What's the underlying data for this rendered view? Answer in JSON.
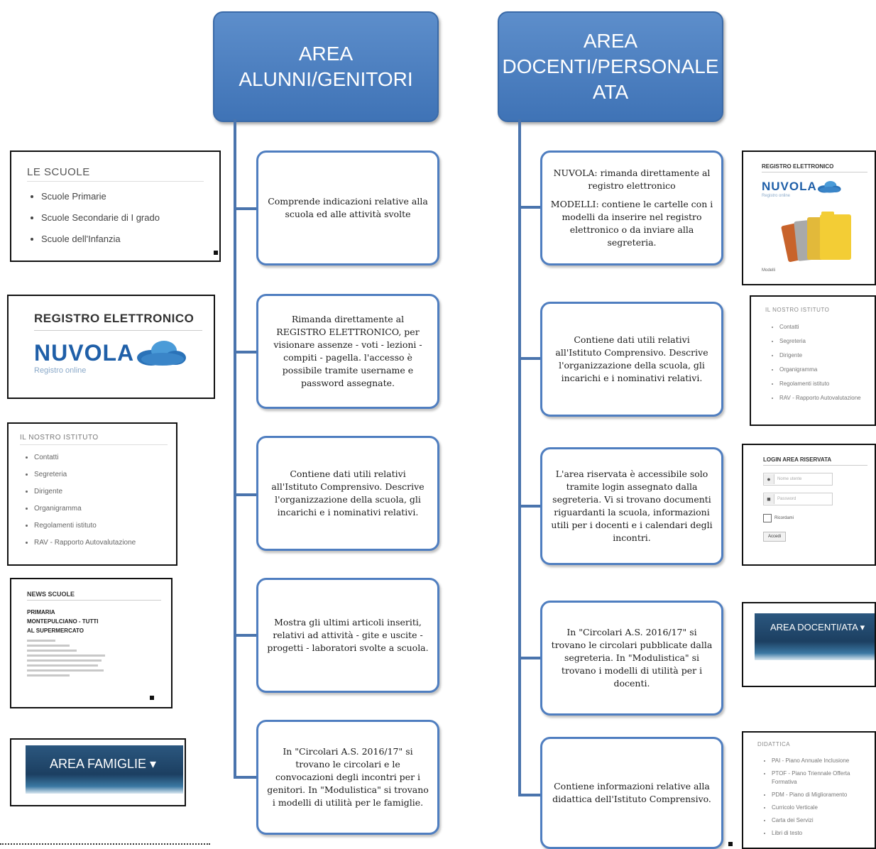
{
  "headers": {
    "left": [
      "AREA",
      "ALUNNI/GENITORI"
    ],
    "right": [
      "AREA",
      "DOCENTI/PERSONALE",
      "ATA"
    ]
  },
  "left_nodes": [
    "Comprende indicazioni relative alla scuola ed alle attività svolte",
    "Rimanda direttamente al REGISTRO ELETTRONICO, per visionare assenze - voti - lezioni - compiti - pagella. l'accesso è possibile tramite username e password assegnate.",
    "Contiene dati utili relativi all'Istituto Comprensivo. Descrive l'organizzazione della scuola, gli incarichi e i nominativi relativi.",
    "Mostra gli ultimi articoli inseriti, relativi ad attività - gite e uscite - progetti - laboratori svolte a scuola.",
    "In \"Circolari A.S. 2016/17\" si trovano le circolari e le convocazioni degli incontri per i genitori. In \"Modulistica\" si trovano i modelli di utilità per le famiglie."
  ],
  "right_nodes": {
    "n1_p1": "NUVOLA: rimanda direttamente al registro elettronico",
    "n1_p2": "MODELLI: contiene le cartelle con i modelli da inserire nel registro elettronico o da inviare alla segreteria.",
    "n2": "Contiene dati utili relativi all'Istituto Comprensivo. Descrive l'organizzazione della scuola, gli incarichi e i nominativi relativi.",
    "n3": "L'area riservata è accessibile solo tramite login assegnato dalla segreteria. Vi si trovano documenti riguardanti la scuola, informazioni utili per i docenti e i calendari degli incontri.",
    "n4": "In \"Circolari A.S. 2016/17\" si trovano le circolari pubblicate dalla segreteria. In \"Modulistica\" si trovano i modelli di utilità per i docenti.",
    "n5": "Contiene informazioni relative alla didattica dell'Istituto Comprensivo."
  },
  "thumbs_left": {
    "scuole": {
      "title": "LE SCUOLE",
      "items": [
        "Scuole Primarie",
        "Scuole Secondarie di I grado",
        "Scuole dell'Infanzia"
      ]
    },
    "registro": {
      "title": "REGISTRO ELETTRONICO",
      "brand": "NUVOLA",
      "sub": "Registro online"
    },
    "istituto": {
      "title": "IL NOSTRO ISTITUTO",
      "items": [
        "Contatti",
        "Segreteria",
        "Dirigente",
        "Organigramma",
        "Regolamenti istituto",
        "RAV - Rapporto Autovalutazione"
      ]
    },
    "news": {
      "title": "NEWS SCUOLE",
      "headline": [
        "PRIMARIA",
        "MONTEPULCIANO - TUTTI",
        "AL SUPERMERCATO"
      ]
    },
    "famiglie": {
      "label": "AREA FAMIGLIE ▾"
    }
  },
  "thumbs_right": {
    "registro": {
      "title": "REGISTRO ELETTRONICO",
      "brand": "NUVOLA",
      "sub": "Registro online",
      "footer": "Modelli"
    },
    "istituto": {
      "title": "IL NOSTRO ISTITUTO",
      "items": [
        "Contatti",
        "Segreteria",
        "Dirigente",
        "Organigramma",
        "Regolamenti istituto",
        "RAV - Rapporto Autovalutazione"
      ]
    },
    "login": {
      "title": "LOGIN AREA RISERVATA",
      "user_placeholder": "Nome utente",
      "pass_placeholder": "Password",
      "remember": "Ricordami",
      "button": "Accedi"
    },
    "docenti": {
      "label": "AREA DOCENTI/ATA ▾"
    },
    "didattica": {
      "title": "DIDATTICA",
      "items": [
        "PAI - Piano Annuale Inclusione",
        "PTOF - Piano Triennale Offerta Formativa",
        "PDM - Piano di Miglioramento",
        "Curricolo Verticale",
        "Carta dei Servizi",
        "Libri di testo"
      ]
    }
  },
  "colors": {
    "header_fill": "#4a7ec1",
    "node_border": "#4f7ec0",
    "connector": "#4a74ad",
    "nuvola_blue": "#1f5fa8"
  }
}
